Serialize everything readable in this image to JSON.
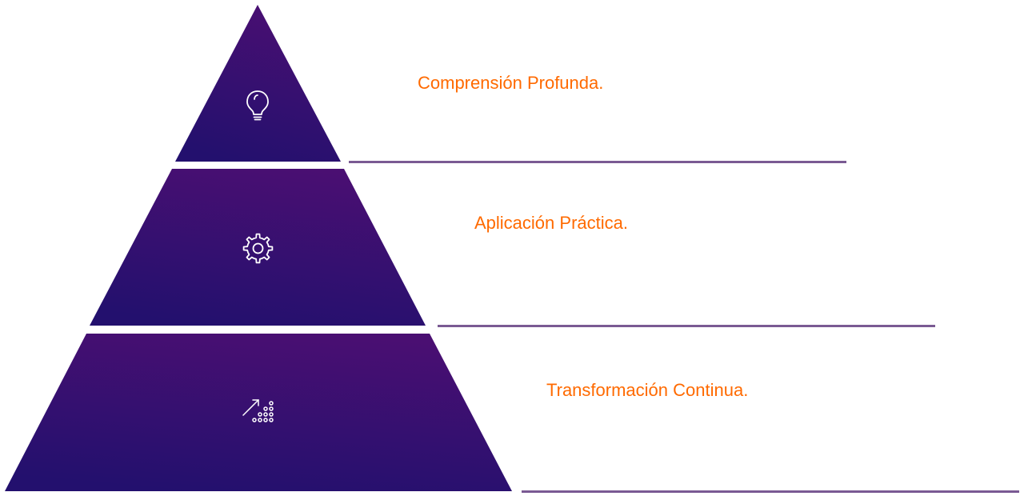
{
  "colors": {
    "tier_gradient_start": "#4a0f72",
    "tier_gradient_end": "#23106e",
    "label_color": "#ff6a00",
    "line_color": "#7a5a93",
    "icon_color": "#ffffff"
  },
  "tiers": [
    {
      "label": "Comprensión Profunda.",
      "icon": "lightbulb-icon"
    },
    {
      "label": "Aplicación Práctica.",
      "icon": "gear-icon"
    },
    {
      "label": "Transformación Continua.",
      "icon": "growth-chart-icon"
    }
  ]
}
